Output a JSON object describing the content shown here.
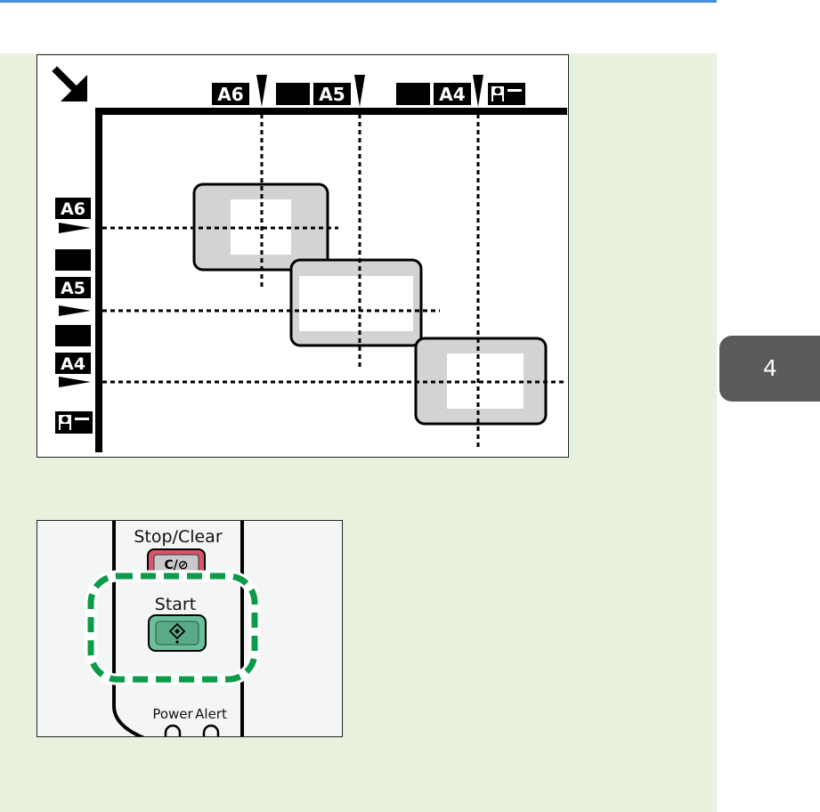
{
  "placement_diagram": {
    "top_size_labels": [
      "A6",
      "A5",
      "A4"
    ],
    "side_size_labels": [
      "A6",
      "A5",
      "A4"
    ]
  },
  "control_panel": {
    "stop_clear_label": "Stop/Clear",
    "stop_clear_key": "C/⊘",
    "start_label": "Start",
    "power_label": "Power",
    "alert_label": "Alert",
    "highlight_color": "#0c9b49",
    "start_key_color": "#6cbf9a",
    "stop_key_color": "#d9536a"
  },
  "chapter_tab": {
    "number": "4"
  }
}
